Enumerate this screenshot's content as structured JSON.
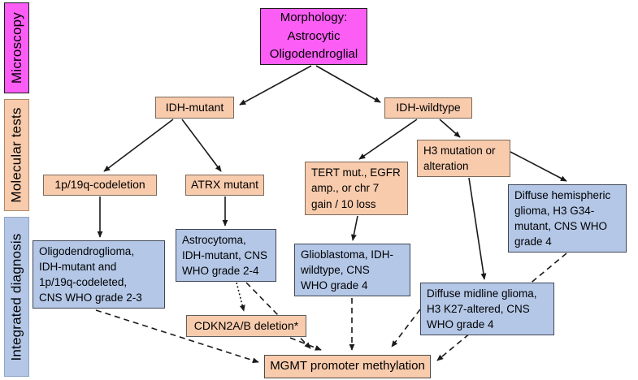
{
  "figure": {
    "type": "flowchart",
    "title_hint": "Glioma diagnostic workflow from morphology to integrated diagnosis"
  },
  "sidebar": {
    "bands": [
      {
        "label": "Microscopy",
        "color": "#fb5df5"
      },
      {
        "label": "Molecular tests",
        "color": "#f8cbad"
      },
      {
        "label": "Integrated diagnosis",
        "color": "#b4c7e7"
      }
    ]
  },
  "nodes": {
    "morphology": {
      "label": "Morphology:\nAstrocytic\nOligodendroglial",
      "fill": "#fb5df5"
    },
    "idh_mutant": {
      "label": "IDH-mutant",
      "fill": "#f8cbad"
    },
    "idh_wildtype": {
      "label": "IDH-wildtype",
      "fill": "#f8cbad"
    },
    "codeletion": {
      "label": "1p/19q-codeletion",
      "fill": "#f8cbad"
    },
    "atrx": {
      "label": "ATRX mutant",
      "fill": "#f8cbad"
    },
    "tert": {
      "label": "TERT mut., EGFR\namp., or chr 7\ngain / 10 loss",
      "fill": "#f8cbad"
    },
    "h3": {
      "label": "H3 mutation or\nalteration",
      "fill": "#f8cbad"
    },
    "oligodendroglioma": {
      "label": "Oligodendroglioma,\nIDH-mutant and\n1p/19q-codeleted,\nCNS WHO grade 2-3",
      "fill": "#b4c7e7"
    },
    "astrocytoma": {
      "label": "Astrocytoma,\nIDH-mutant, CNS\nWHO grade 2-4",
      "fill": "#b4c7e7"
    },
    "glioblastoma": {
      "label": "Glioblastoma, IDH-\nwildtype, CNS\nWHO grade 4",
      "fill": "#b4c7e7"
    },
    "hemispheric": {
      "label": "Diffuse hemispheric\nglioma, H3 G34-\nmutant, CNS WHO\ngrade 4",
      "fill": "#b4c7e7"
    },
    "midline": {
      "label": "Diffuse midline glioma,\nH3 K27-altered, CNS\nWHO grade 4",
      "fill": "#b4c7e7"
    },
    "cdkn": {
      "label": "CDKN2A/B deletion*",
      "fill": "#f8cbad"
    },
    "mgmt": {
      "label": "MGMT promoter methylation",
      "fill": "#f8cbad"
    }
  },
  "edges": [
    {
      "from": "morphology",
      "to": "idh_mutant",
      "style": "solid"
    },
    {
      "from": "morphology",
      "to": "idh_wildtype",
      "style": "solid"
    },
    {
      "from": "idh_mutant",
      "to": "codeletion",
      "style": "solid"
    },
    {
      "from": "idh_mutant",
      "to": "atrx",
      "style": "solid"
    },
    {
      "from": "idh_wildtype",
      "to": "tert",
      "style": "solid"
    },
    {
      "from": "idh_wildtype",
      "to": "h3",
      "style": "solid"
    },
    {
      "from": "codeletion",
      "to": "oligodendroglioma",
      "style": "solid"
    },
    {
      "from": "atrx",
      "to": "astrocytoma",
      "style": "solid"
    },
    {
      "from": "tert",
      "to": "glioblastoma",
      "style": "solid"
    },
    {
      "from": "h3",
      "to": "hemispheric",
      "style": "solid"
    },
    {
      "from": "h3",
      "to": "midline",
      "style": "solid"
    },
    {
      "from": "astrocytoma",
      "to": "cdkn",
      "style": "dotted"
    },
    {
      "from": "oligodendroglioma",
      "to": "mgmt",
      "style": "dashed"
    },
    {
      "from": "astrocytoma",
      "to": "mgmt",
      "style": "dashed"
    },
    {
      "from": "cdkn",
      "to": "mgmt",
      "style": "dashed"
    },
    {
      "from": "glioblastoma",
      "to": "mgmt",
      "style": "dashed"
    },
    {
      "from": "hemispheric",
      "to": "mgmt",
      "style": "dashed"
    },
    {
      "from": "midline",
      "to": "mgmt",
      "style": "dashed"
    }
  ],
  "colors": {
    "magenta": "#fb5df5",
    "peach": "#f8cbad",
    "blue": "#b4c7e7",
    "line": "#1a1a1a",
    "background": "#ffffff"
  }
}
